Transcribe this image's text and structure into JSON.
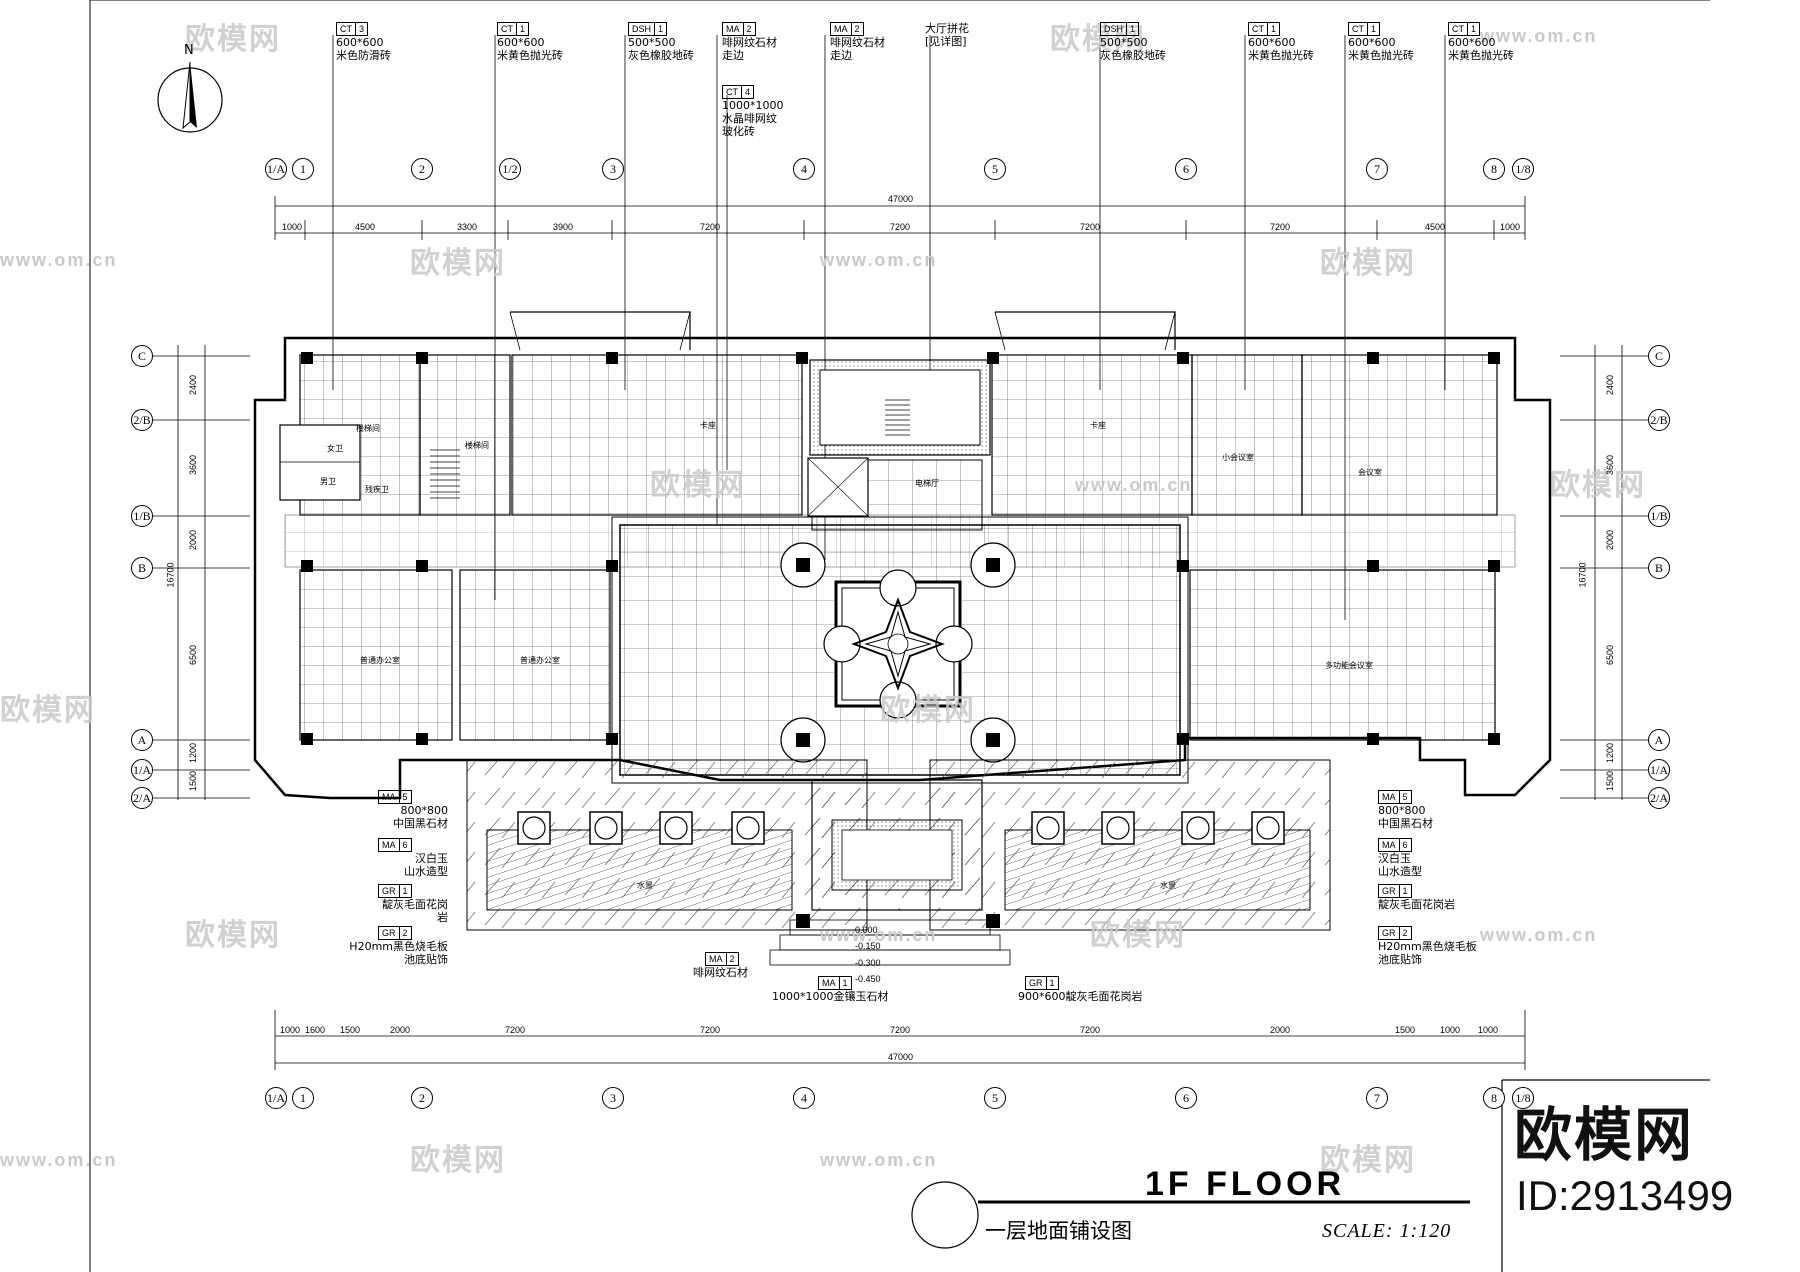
{
  "title": {
    "en": "1F FLOOR",
    "cn": "一层地面铺设图",
    "scale": "SCALE: 1:120"
  },
  "brand": {
    "name": "欧模网",
    "id": "ID:2913499",
    "watermark_url": "www.om.cn"
  },
  "north": "N",
  "axes_top": [
    "1/A",
    "1",
    "2",
    "1/2",
    "3",
    "4",
    "5",
    "6",
    "7",
    "8",
    "1/8"
  ],
  "axes_bottom": [
    "1/A",
    "1",
    "2",
    "3",
    "4",
    "5",
    "6",
    "7",
    "8",
    "1/8"
  ],
  "axes_left": [
    "C",
    "2/B",
    "1/B",
    "B",
    "A",
    "1/A",
    "2/A"
  ],
  "dims_top": {
    "total": "47000",
    "segments": [
      "1000",
      "4500",
      "3300",
      "3900",
      "7200",
      "7200",
      "7200",
      "7200",
      "4500",
      "1000"
    ]
  },
  "dims_bottom": {
    "total": "47000",
    "segments": [
      "1000",
      "1600",
      "1500",
      "2000",
      "7200",
      "7200",
      "7200",
      "7200",
      "2000",
      "1500",
      "1000",
      "1000"
    ]
  },
  "dims_left": {
    "total": "16700",
    "segments": [
      "2400",
      "3600",
      "2000",
      "6500",
      "1200",
      "1500"
    ]
  },
  "tags_top": [
    {
      "code": "CT",
      "num": "3",
      "text": "600*600\n米色防滑砖"
    },
    {
      "code": "CT",
      "num": "1",
      "text": "600*600\n米黄色抛光砖"
    },
    {
      "code": "DSH",
      "num": "1",
      "text": "500*500\n灰色橡胶地砖"
    },
    {
      "code": "MA",
      "num": "2",
      "text": "啡网纹石材\n走边"
    },
    {
      "code": "CT",
      "num": "4",
      "text": "1000*1000\n水晶啡网纹\n玻化砖"
    },
    {
      "code": "MA",
      "num": "2",
      "text": "啡网纹石材\n走边"
    },
    {
      "code": "",
      "num": "",
      "text": "大厅拼花\n[见详图]"
    },
    {
      "code": "DSH",
      "num": "1",
      "text": "500*500\n灰色橡胶地砖"
    },
    {
      "code": "CT",
      "num": "1",
      "text": "600*600\n米黄色抛光砖"
    },
    {
      "code": "CT",
      "num": "1",
      "text": "600*600\n米黄色抛光砖"
    },
    {
      "code": "CT",
      "num": "1",
      "text": "600*600\n米黄色抛光砖"
    }
  ],
  "tags_left": [
    {
      "code": "MA",
      "num": "5",
      "text": "800*800\n中国黑石材"
    },
    {
      "code": "MA",
      "num": "6",
      "text": "汉白玉\n山水造型"
    },
    {
      "code": "GR",
      "num": "1",
      "text": "靛灰毛面花岗\n岩"
    },
    {
      "code": "GR",
      "num": "2",
      "text": "H20mm黑色烧毛板\n池底贴饰"
    }
  ],
  "tags_right": [
    {
      "code": "MA",
      "num": "5",
      "text": "800*800\n中国黑石材"
    },
    {
      "code": "MA",
      "num": "6",
      "text": "汉白玉\n山水造型"
    },
    {
      "code": "GR",
      "num": "1",
      "text": "靛灰毛面花岗岩"
    },
    {
      "code": "GR",
      "num": "2",
      "text": "H20mm黑色烧毛板\n池底贴饰"
    }
  ],
  "tags_bottom": [
    {
      "code": "MA",
      "num": "2",
      "text": "啡网纹石材"
    },
    {
      "code": "MA",
      "num": "1",
      "text": "1000*1000金镶玉石材"
    },
    {
      "code": "GR",
      "num": "1",
      "text": "900*600靛灰毛面花岗岩"
    }
  ],
  "levels": [
    "0.000",
    "-0.150",
    "-0.300",
    "-0.450"
  ],
  "rooms": [
    "楼梯间",
    "女卫",
    "男卫",
    "残疾卫",
    "楼梯间",
    "卡座",
    "电梯厅",
    "卡座",
    "小会议室",
    "会议室",
    "普通办公室",
    "普通办公室",
    "多功能会议室",
    "水景",
    "水景"
  ]
}
